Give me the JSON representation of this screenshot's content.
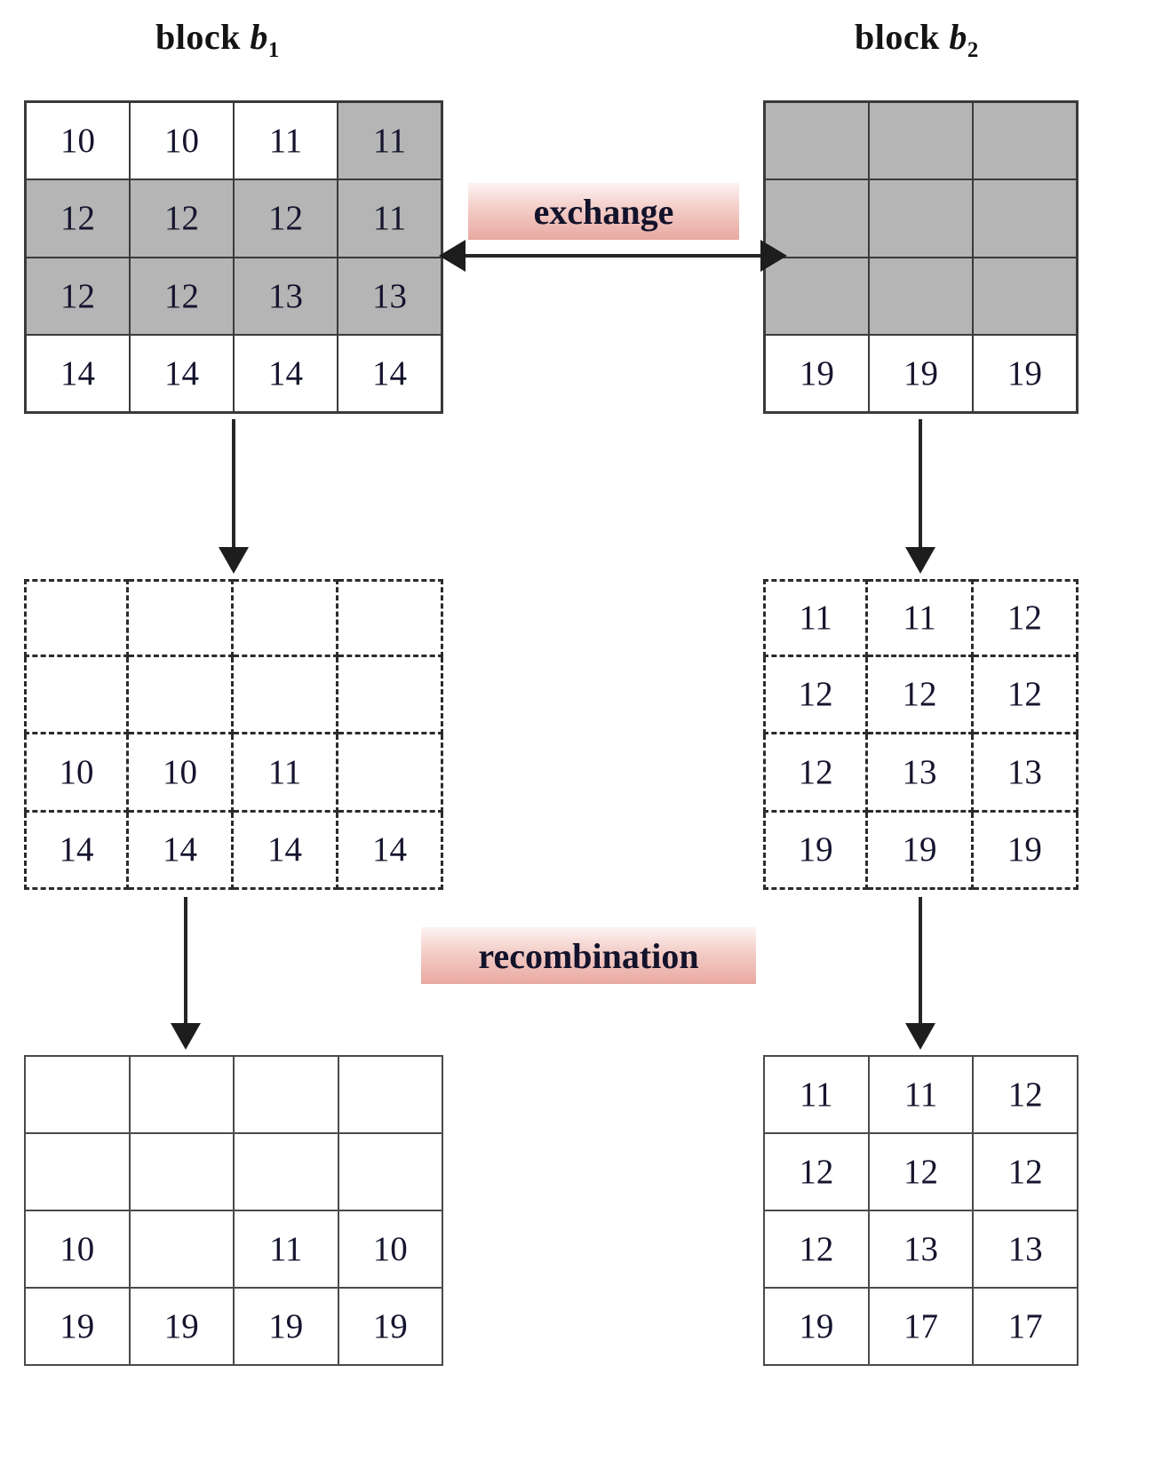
{
  "titles": {
    "block1": {
      "prefix": "block ",
      "symbol": "b",
      "index": "1"
    },
    "block2": {
      "prefix": "block ",
      "symbol": "b",
      "index": "2"
    }
  },
  "labels": {
    "exchange": "exchange",
    "recombination": "recombination",
    "accent_color": "#e8a9a1",
    "shaded_cell_color": "#b5b5b5",
    "grid_line_color": "#3a3a3a",
    "text_color": "#15152e"
  },
  "grids": {
    "block1_source": {
      "rows": 4,
      "cols": 4,
      "style": "solid",
      "cells": [
        [
          {
            "v": "10",
            "shaded": false
          },
          {
            "v": "10",
            "shaded": false
          },
          {
            "v": "11",
            "shaded": false
          },
          {
            "v": "11",
            "shaded": true
          }
        ],
        [
          {
            "v": "12",
            "shaded": true
          },
          {
            "v": "12",
            "shaded": true
          },
          {
            "v": "12",
            "shaded": true
          },
          {
            "v": "11",
            "shaded": true
          }
        ],
        [
          {
            "v": "12",
            "shaded": true
          },
          {
            "v": "12",
            "shaded": true
          },
          {
            "v": "13",
            "shaded": true
          },
          {
            "v": "13",
            "shaded": true
          }
        ],
        [
          {
            "v": "14",
            "shaded": false
          },
          {
            "v": "14",
            "shaded": false
          },
          {
            "v": "14",
            "shaded": false
          },
          {
            "v": "14",
            "shaded": false
          }
        ]
      ]
    },
    "block2_source": {
      "rows": 4,
      "cols": 3,
      "style": "solid",
      "cells": [
        [
          {
            "v": "",
            "shaded": true
          },
          {
            "v": "",
            "shaded": true
          },
          {
            "v": "",
            "shaded": true
          }
        ],
        [
          {
            "v": "",
            "shaded": true
          },
          {
            "v": "",
            "shaded": true
          },
          {
            "v": "",
            "shaded": true
          }
        ],
        [
          {
            "v": "",
            "shaded": true
          },
          {
            "v": "",
            "shaded": true
          },
          {
            "v": "",
            "shaded": true
          }
        ],
        [
          {
            "v": "19",
            "shaded": false
          },
          {
            "v": "19",
            "shaded": false
          },
          {
            "v": "19",
            "shaded": false
          }
        ]
      ]
    },
    "block1_split": {
      "rows": 4,
      "cols": 4,
      "style": "dashed",
      "cells": [
        [
          {
            "v": ""
          },
          {
            "v": ""
          },
          {
            "v": ""
          },
          {
            "v": ""
          }
        ],
        [
          {
            "v": ""
          },
          {
            "v": ""
          },
          {
            "v": ""
          },
          {
            "v": ""
          }
        ],
        [
          {
            "v": "10"
          },
          {
            "v": "10"
          },
          {
            "v": "11"
          },
          {
            "v": ""
          }
        ],
        [
          {
            "v": "14"
          },
          {
            "v": "14"
          },
          {
            "v": "14"
          },
          {
            "v": "14"
          }
        ]
      ]
    },
    "block2_split": {
      "rows": 4,
      "cols": 3,
      "style": "dashed",
      "cells": [
        [
          {
            "v": "11"
          },
          {
            "v": "11"
          },
          {
            "v": "12"
          }
        ],
        [
          {
            "v": "12"
          },
          {
            "v": "12"
          },
          {
            "v": "12"
          }
        ],
        [
          {
            "v": "12"
          },
          {
            "v": "13"
          },
          {
            "v": "13"
          }
        ],
        [
          {
            "v": "19"
          },
          {
            "v": "19"
          },
          {
            "v": "19"
          }
        ]
      ]
    },
    "block1_result": {
      "rows": 4,
      "cols": 4,
      "style": "thin",
      "cells": [
        [
          {
            "v": ""
          },
          {
            "v": ""
          },
          {
            "v": ""
          },
          {
            "v": ""
          }
        ],
        [
          {
            "v": ""
          },
          {
            "v": ""
          },
          {
            "v": ""
          },
          {
            "v": ""
          }
        ],
        [
          {
            "v": "10"
          },
          {
            "v": ""
          },
          {
            "v": "11"
          },
          {
            "v": "10"
          }
        ],
        [
          {
            "v": "19"
          },
          {
            "v": "19"
          },
          {
            "v": "19"
          },
          {
            "v": "19"
          }
        ]
      ]
    },
    "block2_result": {
      "rows": 4,
      "cols": 3,
      "style": "thin",
      "cells": [
        [
          {
            "v": "11"
          },
          {
            "v": "11"
          },
          {
            "v": "12"
          }
        ],
        [
          {
            "v": "12"
          },
          {
            "v": "12"
          },
          {
            "v": "12"
          }
        ],
        [
          {
            "v": "12"
          },
          {
            "v": "13"
          },
          {
            "v": "13"
          }
        ],
        [
          {
            "v": "19"
          },
          {
            "v": "17"
          },
          {
            "v": "17"
          }
        ]
      ]
    }
  },
  "arrows": [
    {
      "name": "exchange-arrow",
      "direction": "bidirectional"
    },
    {
      "name": "block1-split-arrow",
      "direction": "down"
    },
    {
      "name": "block2-split-arrow",
      "direction": "down"
    },
    {
      "name": "block1-recombine-arrow",
      "direction": "down"
    },
    {
      "name": "block2-recombine-arrow",
      "direction": "down"
    }
  ]
}
